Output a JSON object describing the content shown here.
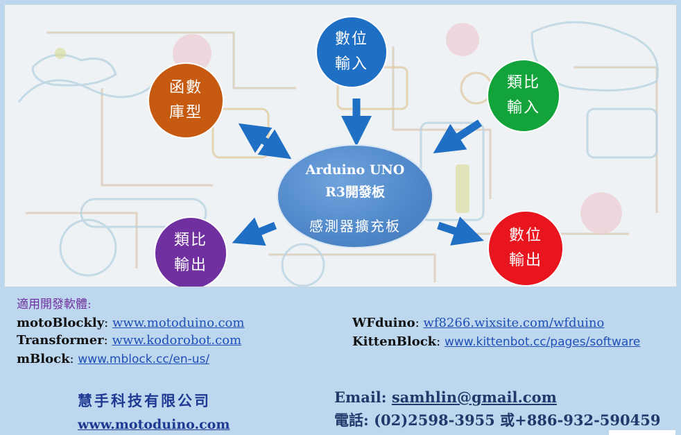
{
  "diagram": {
    "center": {
      "line1": "Arduino UNO",
      "line2": "R3開發板",
      "line3": "感測器擴充板"
    },
    "nodes": [
      {
        "id": "digital-input",
        "line1": "數位",
        "line2": "輸入",
        "color": "#1f6fc4"
      },
      {
        "id": "function-library",
        "line1": "函數",
        "line2": "庫型",
        "color": "#c65a10"
      },
      {
        "id": "analog-input",
        "line1": "類比",
        "line2": "輸入",
        "color": "#12a33a"
      },
      {
        "id": "analog-output",
        "line1": "類比",
        "line2": "輸出",
        "color": "#7030a0"
      },
      {
        "id": "digital-output",
        "line1": "數位",
        "line2": "輸出",
        "color": "#e8141e"
      }
    ],
    "arrow_color": "#1f6fc4"
  },
  "software": {
    "title": "適用開發軟體:",
    "items": [
      {
        "name": "motoBlockly",
        "sep": ": ",
        "url": "www.motoduino.com"
      },
      {
        "name": "Transformer",
        "sep": ": ",
        "url": "www.kodorobot.com"
      },
      {
        "name": "mBlock",
        "sep": ": ",
        "url": "www.mblock.cc/en-us/"
      },
      {
        "name": "WFduino",
        "sep": ": ",
        "url": "wf8266.wixsite.com/wfduino"
      },
      {
        "name": "KittenBlock",
        "sep": ": ",
        "url": "www.kittenbot.cc/pages/software"
      }
    ]
  },
  "company": {
    "name": "慧手科技有限公司",
    "url": "www.motoduino.com"
  },
  "contact": {
    "email_label": "Email: ",
    "email": "samhlin@gmail.com",
    "phone_label": "電話: ",
    "phone": "(02)2598-3955 或+886-932-590459"
  }
}
